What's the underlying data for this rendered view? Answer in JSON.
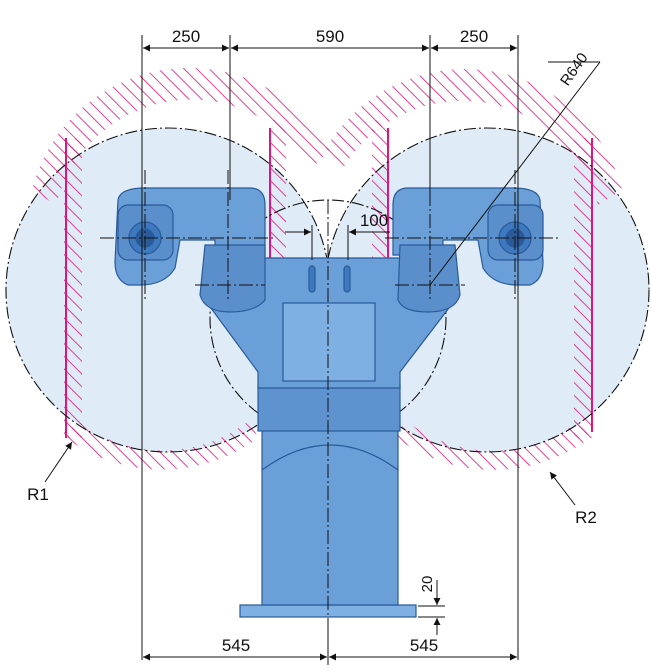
{
  "drawing": {
    "dimensions": {
      "top_left": "250",
      "top_middle": "590",
      "top_right": "250",
      "bottom_left": "545",
      "bottom_right": "545",
      "offset": "100",
      "radius": "R640",
      "base_height": "20"
    },
    "labels": {
      "region_left": "R1",
      "region_right": "R2"
    },
    "colors": {
      "envelope_fill": "#dce9f5",
      "restricted_hatch": "#e0147a",
      "robot_body": "#6a9fd8",
      "robot_outline": "#2a5a9a",
      "dimension_line": "#111111"
    }
  }
}
